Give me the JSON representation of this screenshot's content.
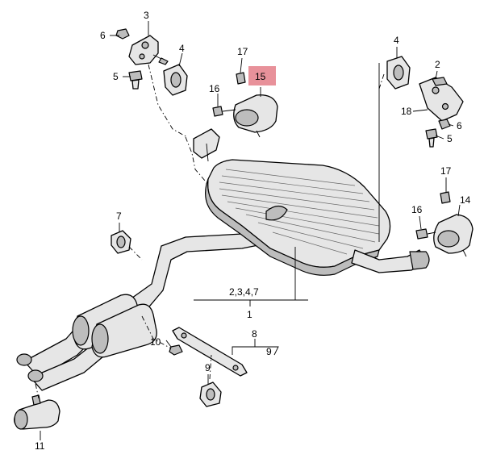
{
  "callouts": {
    "c3": "3",
    "c6a": "6",
    "c5a": "5",
    "c4a": "4",
    "c17a": "17",
    "c15": "15",
    "c16a": "16",
    "c4b": "4",
    "c2": "2",
    "c18": "18",
    "c6b": "6",
    "c5b": "5",
    "c17b": "17",
    "c14": "14",
    "c16b": "16",
    "c7": "7",
    "c2347": "2,3,4,7",
    "c1": "1",
    "c8": "8",
    "c9a": "9",
    "c10": "10",
    "c9b": "9",
    "c11": "11"
  },
  "highlight_color": "#e8919a"
}
